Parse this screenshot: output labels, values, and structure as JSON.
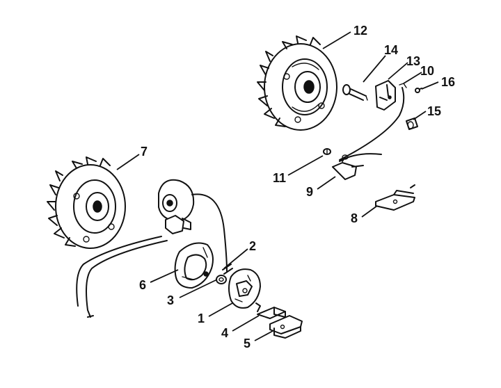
{
  "callouts": [
    {
      "id": "c1",
      "label": "1"
    },
    {
      "id": "c2",
      "label": "2"
    },
    {
      "id": "c3",
      "label": "3"
    },
    {
      "id": "c4",
      "label": "4"
    },
    {
      "id": "c5",
      "label": "5"
    },
    {
      "id": "c6",
      "label": "6"
    },
    {
      "id": "c7",
      "label": "7"
    },
    {
      "id": "c8",
      "label": "8"
    },
    {
      "id": "c9",
      "label": "9"
    },
    {
      "id": "c10",
      "label": "10"
    },
    {
      "id": "c11",
      "label": "11"
    },
    {
      "id": "c12",
      "label": "12"
    },
    {
      "id": "c13",
      "label": "13"
    },
    {
      "id": "c14",
      "label": "14"
    },
    {
      "id": "c15",
      "label": "15"
    },
    {
      "id": "c16",
      "label": "16"
    }
  ]
}
